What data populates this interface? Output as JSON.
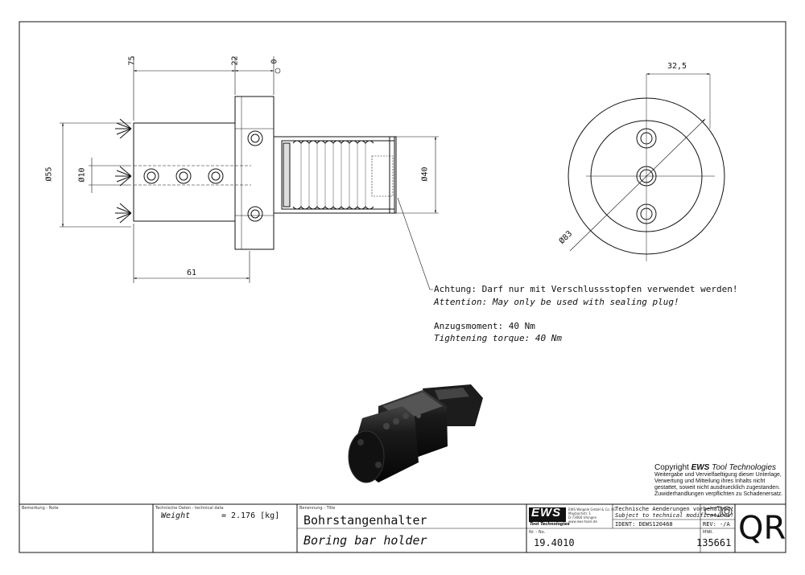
{
  "dimensions": {
    "len_75": "75",
    "len_22": "22",
    "len_0": "0",
    "dia_55": "Ø55",
    "dia_10": "Ø10",
    "dia_40": "Ø40",
    "len_61": "61",
    "len_32_5": "32,5",
    "dia_83": "Ø83"
  },
  "notes": {
    "warning_de": "Achtung: Darf nur mit Verschlussstopfen verwendet werden!",
    "warning_en": "Attention: May only be used with sealing plug!",
    "torque_de": "Anzugsmoment: 40 Nm",
    "torque_en": "Tightening torque: 40 Nm"
  },
  "copyright": {
    "prefix": "Copyright ",
    "brand": "EWS",
    "suffix": " Tool Technologies",
    "line1": "Weitergabe und Vervielfaeltigung dieser Unterlage,",
    "line2": "Verwertung und Mitteilung ihres Inhalts nicht",
    "line3": "gestattet, soweit nicht ausdruecklich zugestanden.",
    "line4": "Zuwiderhandlungen verpflichten zu Schadenersatz."
  },
  "title_block": {
    "remark_label": "Bemerkung - Note",
    "tech_label": "Technische Daten - technical data",
    "weight_label": "Weight",
    "weight_eq": "=",
    "weight_value": "2.176 [kg]",
    "title_label": "Benennung - Title",
    "title_de": "Bohrstangenhalter",
    "title_en": "Boring bar holder",
    "logo_text": "EWS",
    "logo_sub": "Tool Technologies",
    "company_line1": "EWS Weigele GmbH & Co. KG",
    "company_line2": "Maybachstr. 1",
    "company_line3": "D-73066 Uhingen",
    "company_line4": "www.ews-tools.de",
    "changes_de": "Technische Aenderungen vorbehalten!",
    "changes_en": "Subject to technical modifications!",
    "ident": "IDENT: DEWS120468",
    "rev": "REV: -/A",
    "nr_label": "Nr. - No.",
    "nr_value": "19.4010",
    "mnr_label": "MNR.",
    "mnr_value": "135661",
    "qr": "QR"
  }
}
